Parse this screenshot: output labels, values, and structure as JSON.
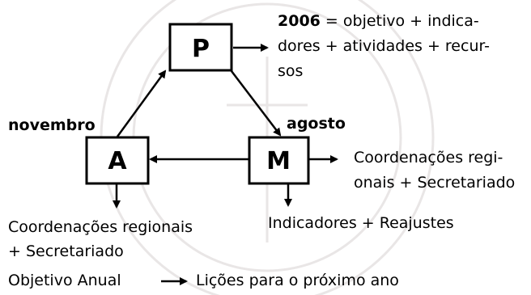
{
  "nodes": {
    "p": {
      "label": "P"
    },
    "a": {
      "label": "A"
    },
    "m": {
      "label": "M"
    }
  },
  "labels": {
    "novembro": "novembro",
    "agosto": "agosto"
  },
  "p_output": {
    "year": "2006",
    "line1_rest": " = objetivo + indica-",
    "line2": "dores + atividades + recur-",
    "line3": "sos"
  },
  "m_right_output": {
    "line1": "Coordenações regi-",
    "line2": "onais + Secretariado"
  },
  "m_below_output": {
    "line1": "Indicadores + Reajustes"
  },
  "a_below_output": {
    "line1": "Coordenações regionais",
    "line2": "+ Secretariado"
  },
  "bottom_flow": {
    "left": "Objetivo Anual",
    "right": "Lições para o próximo ano"
  }
}
